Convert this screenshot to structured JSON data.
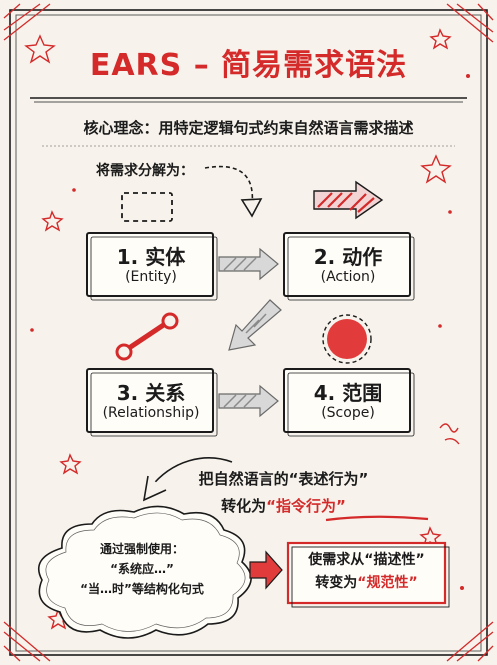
{
  "title": "EARS – 简易需求语法",
  "concept": "核心理念：用特定逻辑句式约束自然语言需求描述",
  "intro": "将需求分解为：",
  "boxes": [
    {
      "title": "1. 实体",
      "sub": "(Entity)"
    },
    {
      "title": "2. 动作",
      "sub": "(Action)"
    },
    {
      "title": "3. 关系",
      "sub": "(Relationship)"
    },
    {
      "title": "4. 范围",
      "sub": "(Scope)"
    }
  ],
  "transform": {
    "line1_prefix": "把自然语言的",
    "line1_quoted": "“表述行为”",
    "line2_prefix": "转化为",
    "line2_quoted": "“指令行为”"
  },
  "cloud": {
    "line1": "通过强制使用：",
    "line2": "“系统应…”",
    "line3": "“当…时”等结构化句式"
  },
  "goal": {
    "line1_prefix": "使需求从",
    "line1_quoted": "“描述性”",
    "line2_prefix": "转变为",
    "line2_quoted": "“规范性”"
  },
  "colors": {
    "accent": "#d42a2a",
    "ink": "#1b1b1b",
    "paper": "#f7f3ec",
    "gray_arrow": "#8a8a8a"
  }
}
